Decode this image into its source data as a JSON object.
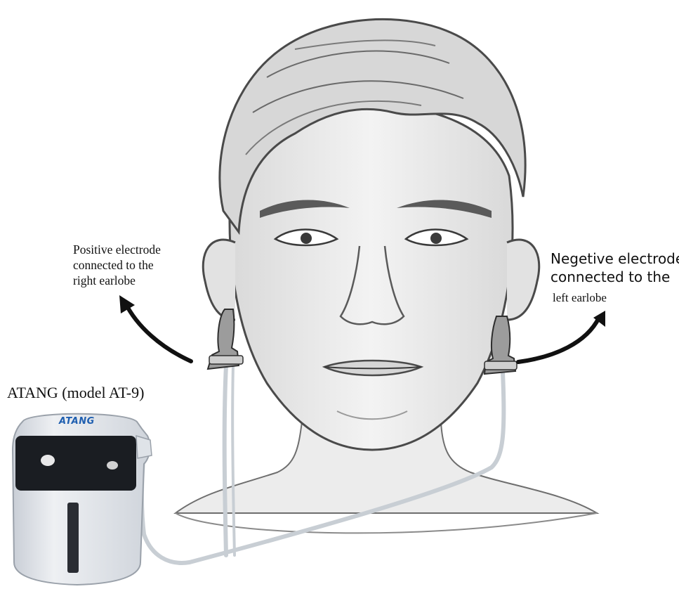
{
  "labels": {
    "positive": [
      "Positive electrode",
      "connected to the",
      "right earlobe"
    ],
    "negative": [
      "Negetive electrode",
      "connected to the",
      "left earlobe"
    ],
    "device": "ATANG (model AT-9)",
    "brand_logo": "ATANG"
  },
  "colors": {
    "sketch": "#3a3a3a",
    "device_body": "#e6e9ee",
    "device_window": "#1a1d22",
    "brand": "#1f5fb0",
    "cable": "#d8dde2",
    "arrow": "#111111"
  },
  "icons": {
    "arrow_left": "curved-arrow-up-left",
    "arrow_right": "curved-arrow-up-right"
  }
}
